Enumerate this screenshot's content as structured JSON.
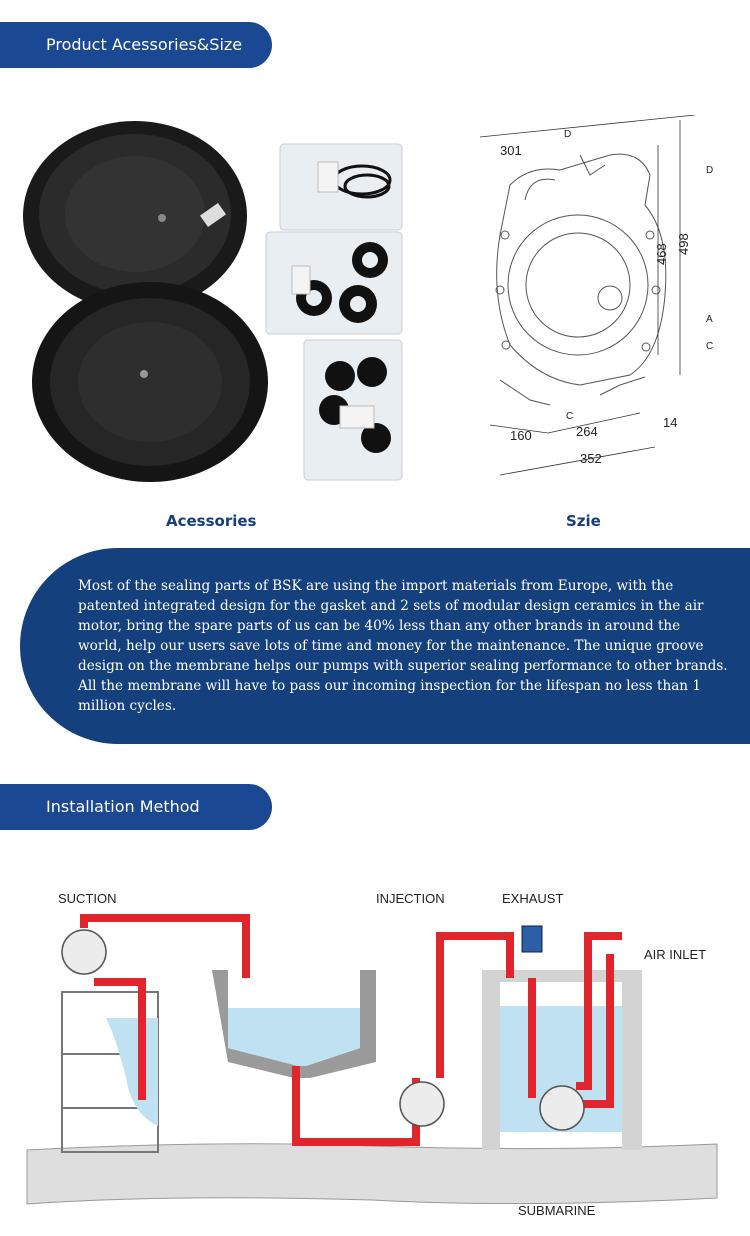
{
  "sections": {
    "accessories_size_title": "Product Acessories&Size",
    "installation_title": "Installation Method"
  },
  "captions": {
    "accessories": "Acessories",
    "size": "Szie"
  },
  "description": "Most of the sealing parts of BSK are using the import materials from Europe, with the patented integrated design for the gasket and 2 sets of modular design ceramics in the air motor, bring the spare parts of us can be 40% less than any other brands in around the world, help our users save lots of time and money for the maintenance. The unique groove design on the membrane helps our pumps with superior sealing performance to other brands. All the membrane will have to pass our incoming inspection for the lifespan no less than 1 million cycles.",
  "size_drawing": {
    "dims": [
      "301",
      "468",
      "498",
      "160",
      "264",
      "14",
      "352"
    ],
    "letters": [
      "D",
      "D",
      "A",
      "C",
      "C"
    ]
  },
  "installation": {
    "labels": {
      "suction": "SUCTION",
      "injection": "INJECTION",
      "exhaust": "EXHAUST",
      "air_inlet": "AIR INLET",
      "submarine": "SUBMARINE"
    }
  },
  "colors": {
    "brand_blue": "#1b4893",
    "banner_blue": "#14407e",
    "pipe_red": "#e0252c",
    "water_blue": "#bfe1f2"
  }
}
